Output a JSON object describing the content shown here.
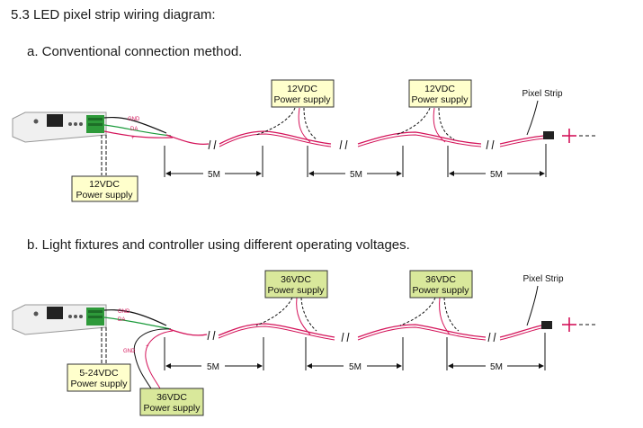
{
  "title": "5.3 LED pixel strip wiring diagram:",
  "section_a": {
    "heading": "a.  Conventional connection method.",
    "supplies": [
      "12VDC",
      "12VDC",
      "12VDC"
    ],
    "supply_sub": "Power supply",
    "wire_labels": [
      "GND",
      "DA",
      "+"
    ],
    "strip_label": "Pixel Strip",
    "lengths": [
      "5M",
      "5M",
      "5M"
    ]
  },
  "section_b": {
    "heading": "b.  Light fixtures and controller using different operating voltages.",
    "supplies": [
      "5-24VDC",
      "36VDC",
      "36VDC",
      "36VDC"
    ],
    "supply_sub": "Power supply",
    "wire_labels": [
      "GND",
      "DA",
      "GND",
      "+"
    ],
    "strip_label": "Pixel Strip",
    "lengths": [
      "5M",
      "5M",
      "5M"
    ]
  },
  "colors": {
    "box_fill_a": "#ffffcc",
    "box_fill_b": "#d9e89b",
    "label_pink": "#d4145a",
    "wire_green": "#1a9a3a",
    "wire_red": "#d4145a",
    "strip_pink": "#d4145a"
  },
  "icons": [
    "controller-icon",
    "plus-icon"
  ]
}
